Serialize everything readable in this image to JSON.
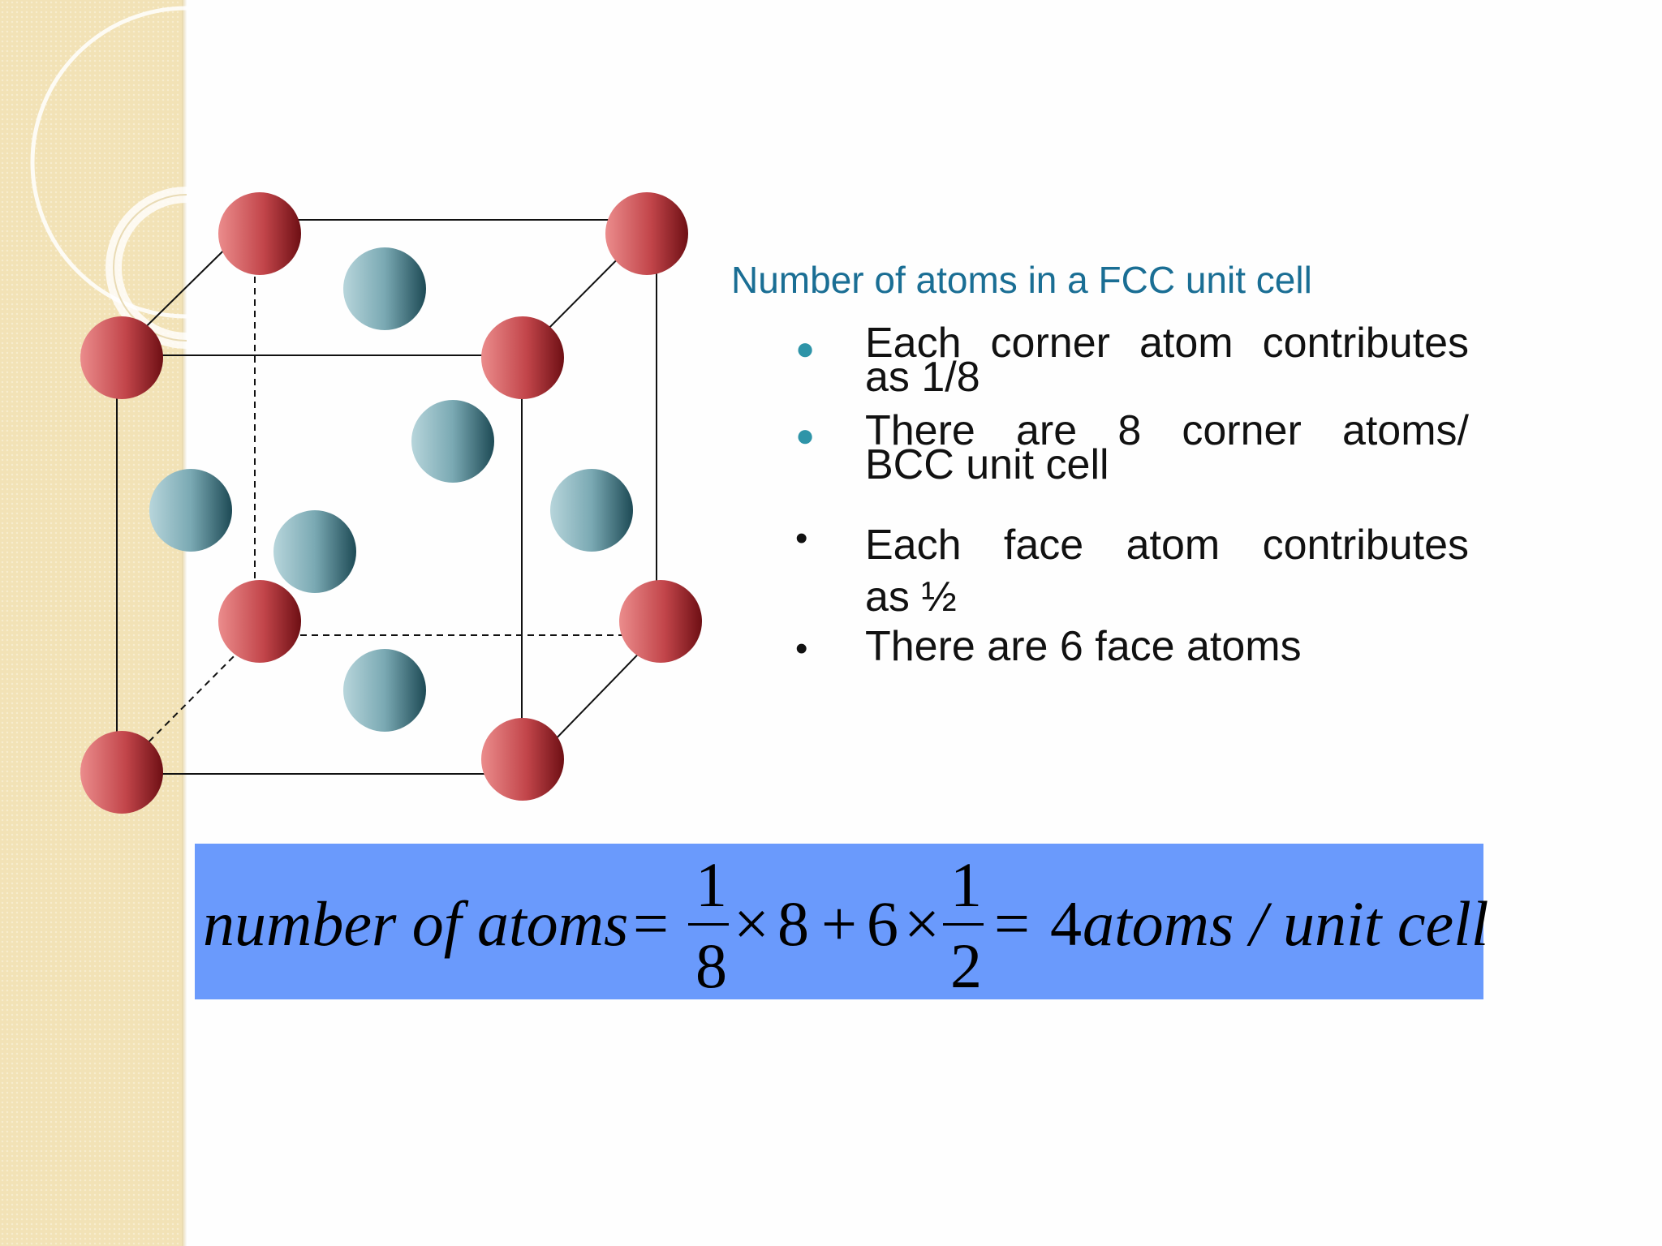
{
  "slide": {
    "subtitle": "Number of atoms in a FCC unit cell",
    "bullets": [
      {
        "line1": "Each corner atom contributes",
        "line2": "as 1/8",
        "marker": "teal-dot"
      },
      {
        "line1": "There are 8 corner atoms/",
        "line2": "BCC unit cell",
        "marker": "teal-dot"
      },
      {
        "line1": "Each face atom contributes",
        "line2": "as ½",
        "marker": "black-dot"
      },
      {
        "line1": "There are 6 face atoms",
        "line2": "",
        "marker": "black-dot"
      }
    ],
    "formula": {
      "lhs": "number of atoms",
      "eq": "=",
      "frac1_num": "1",
      "frac1_den": "8",
      "times1": "×",
      "eight": "8",
      "plus": "+",
      "six": "6",
      "times2": "×",
      "frac2_num": "1",
      "frac2_den": "2",
      "eq2": "=",
      "four": "4",
      "rhs": "atoms / unit cell"
    },
    "colors": {
      "sidebar": "#f2e2b6",
      "formula_background": "#6a9afc",
      "subtitle": "#1a6e94",
      "bullet_marker": "#2e94a8",
      "corner_atom": "#b73c40",
      "face_atom": "#5b8d99"
    }
  }
}
